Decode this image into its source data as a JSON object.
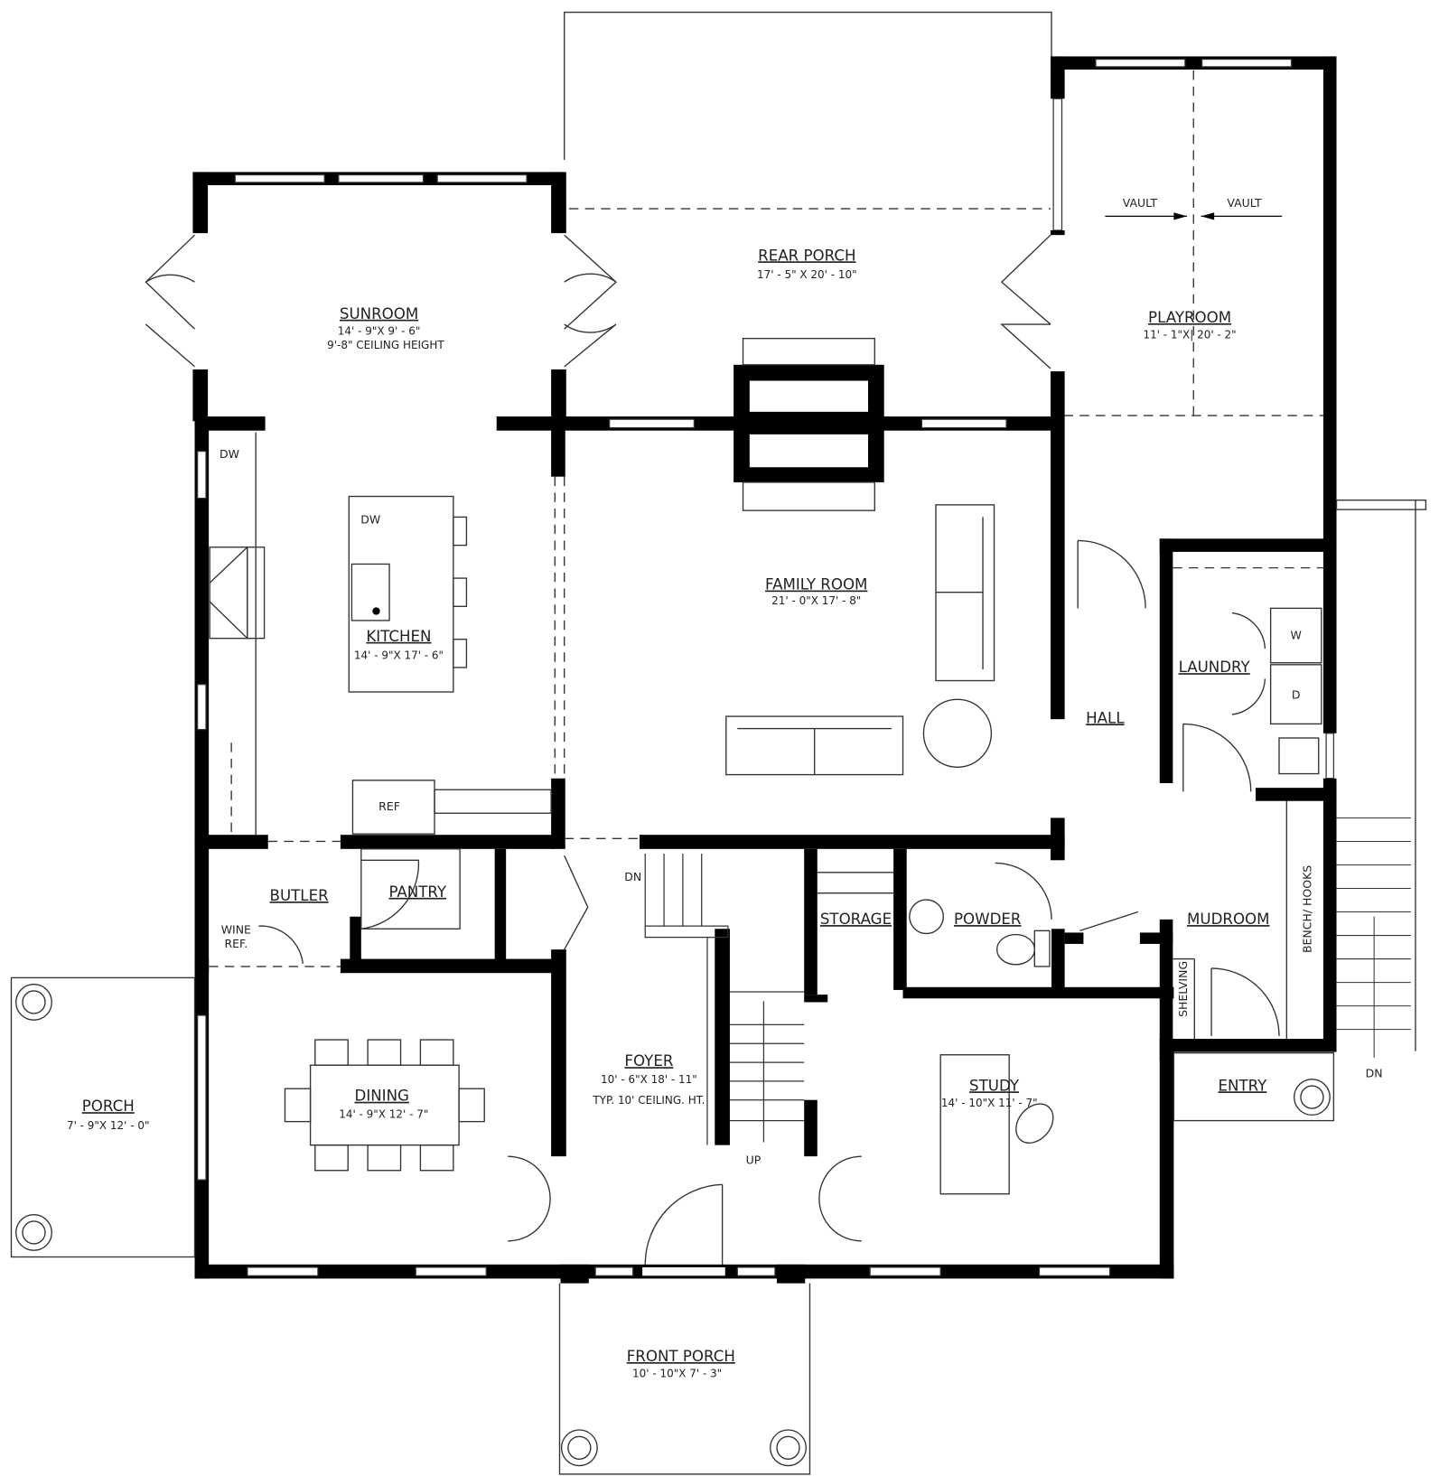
{
  "plan": {
    "rooms": {
      "sunroom": {
        "name": "SUNROOM",
        "dims": "14' - 9\"X 9' - 6\"",
        "note": "9'-8\" CEILING HEIGHT"
      },
      "rear_porch": {
        "name": "REAR PORCH",
        "dims": "17' - 5\" X 20' - 10\""
      },
      "playroom": {
        "name": "PLAYROOM",
        "dims": "11' - 1\"X| 20' - 2\""
      },
      "kitchen": {
        "name": "KITCHEN",
        "dims": "14' - 9\"X 17' - 6\""
      },
      "family_room": {
        "name": "FAMILY ROOM",
        "dims": "21' - 0\"X 17' - 8\""
      },
      "hall": {
        "name": "HALL"
      },
      "laundry": {
        "name": "LAUNDRY"
      },
      "butler": {
        "name": "BUTLER"
      },
      "pantry": {
        "name": "PANTRY"
      },
      "storage": {
        "name": "STORAGE"
      },
      "powder": {
        "name": "POWDER"
      },
      "mudroom": {
        "name": "MUDROOM"
      },
      "dining": {
        "name": "DINING",
        "dims": "14' - 9\"X 12' - 7\""
      },
      "foyer": {
        "name": "FOYER",
        "dims": "10' - 6\"X 18' - 11\"",
        "note": "TYP. 10' CEILING. HT."
      },
      "study": {
        "name": "STUDY",
        "dims": "14' - 10\"X 11' - 7\""
      },
      "porch": {
        "name": "PORCH",
        "dims": "7' - 9\"X 12' - 0\""
      },
      "entry": {
        "name": "ENTRY"
      },
      "front_porch": {
        "name": "FRONT PORCH",
        "dims": "10' - 10\"X 7' - 3\""
      }
    },
    "annotations": {
      "vault_left": "VAULT",
      "vault_right": "VAULT",
      "dw_counter": "DW",
      "dw_island": "DW",
      "ref": "REF",
      "wine_ref_1": "WINE",
      "wine_ref_2": "REF.",
      "washer": "W",
      "dryer": "D",
      "shelving": "SHELVING",
      "bench_hooks": "BENCH/ HOOKS",
      "stair_dn": "DN",
      "stair_up": "UP",
      "exterior_dn": "DN"
    }
  }
}
